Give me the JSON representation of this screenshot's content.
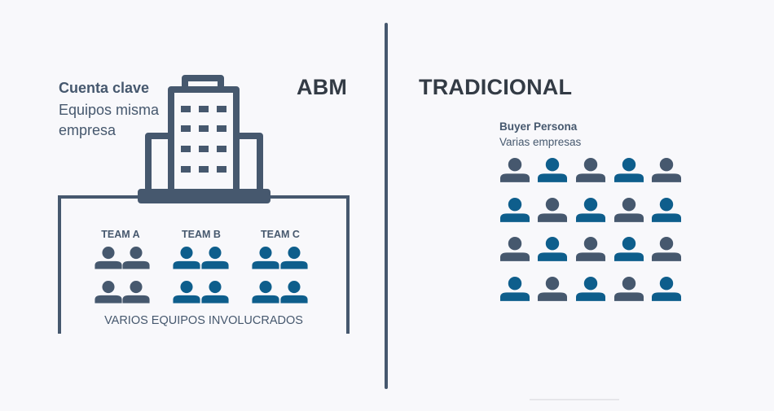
{
  "abm": {
    "title": "ABM",
    "account_label": "Cuenta clave",
    "account_desc": "Equipos misma empresa",
    "teams": [
      "TEAM A",
      "TEAM B",
      "TEAM C"
    ],
    "caption": "VARIOS EQUIPOS INVOLUCRADOS"
  },
  "traditional": {
    "title": "TRADICIONAL",
    "persona_label": "Buyer Persona",
    "persona_desc": "Varias empresas"
  },
  "colors": {
    "slate": "#46586e",
    "blue": "#0e5e8c",
    "text_dark": "#333b45",
    "background": "#f8f8fb"
  },
  "icons": [
    "building-icon",
    "person-icon"
  ]
}
